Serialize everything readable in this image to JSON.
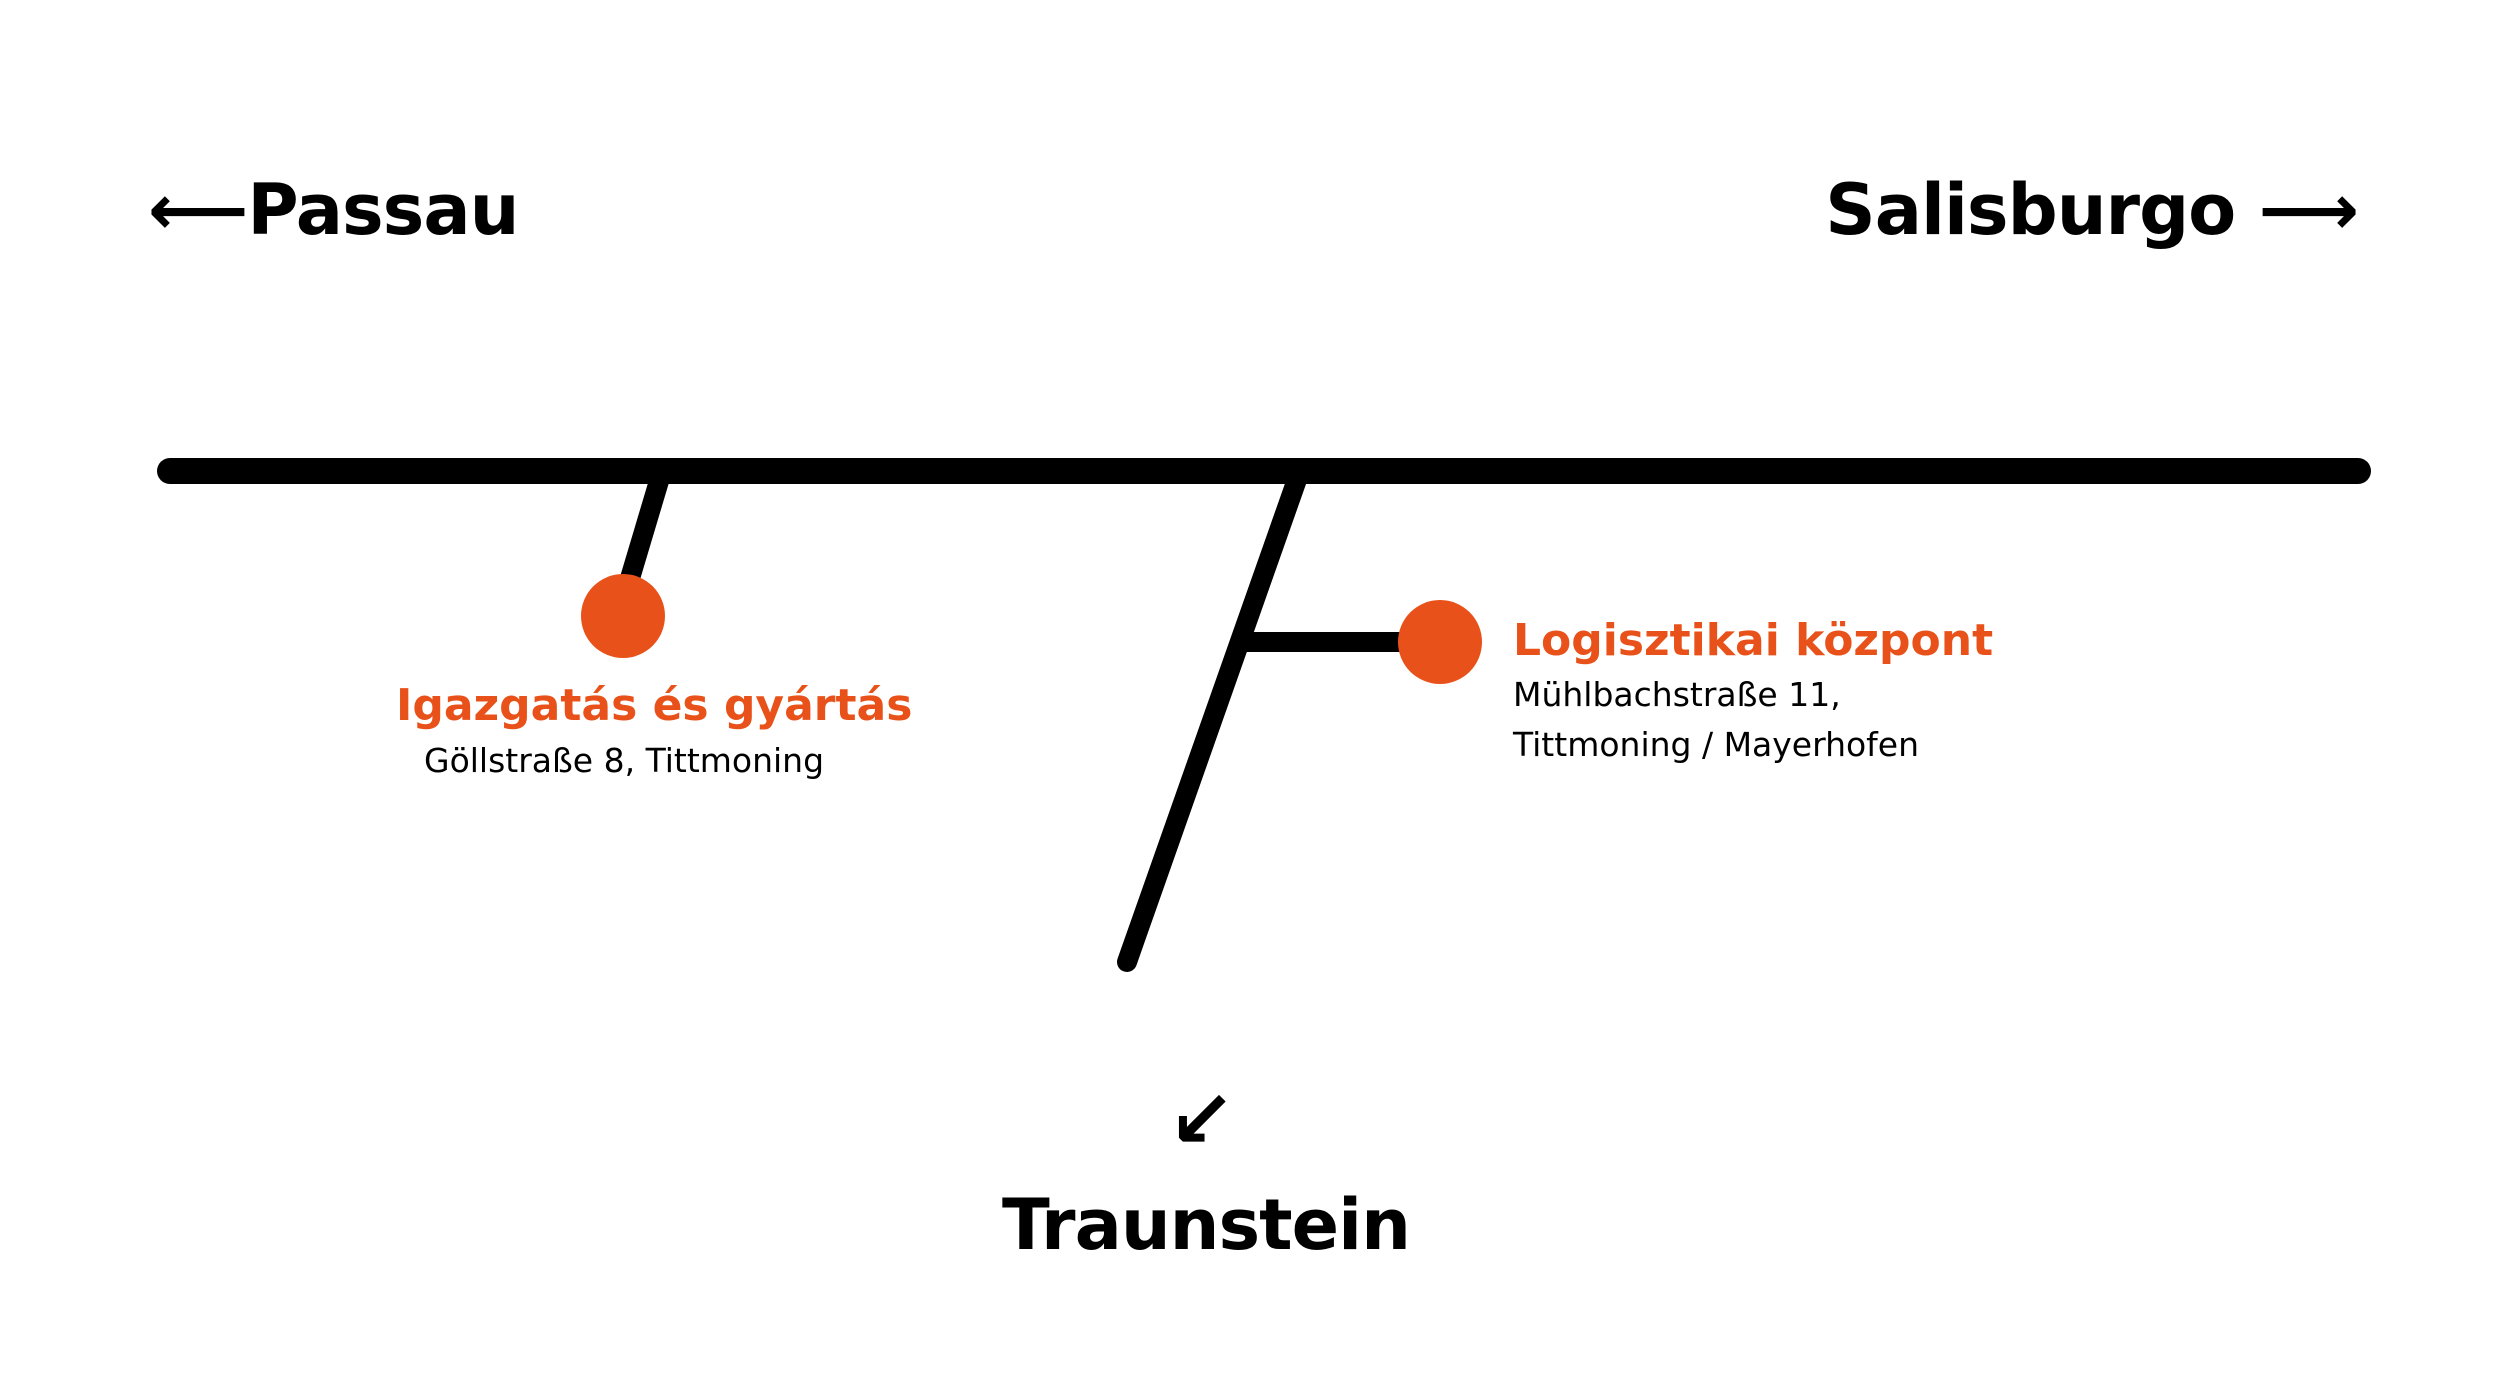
{
  "colors": {
    "road": "#000000",
    "accent": "#e8521a",
    "text": "#000000",
    "background": "#ffffff"
  },
  "destinations": {
    "west": {
      "arrow": "⟵",
      "label": "Passau"
    },
    "east": {
      "label": "Salisburgo",
      "arrow": "⟶"
    },
    "south": {
      "arrow": "↙",
      "label": "Traunstein"
    }
  },
  "sites": {
    "headquarters": {
      "name": "Igazgatás és gyártás",
      "address": [
        "Göllstraße 8, Tittmoning"
      ]
    },
    "logistics": {
      "name": "Logisztikai központ",
      "address": [
        "Mühlbachstraße 11,",
        "Tittmoning / Mayerhofen"
      ]
    }
  },
  "icons": {
    "site_marker": "filled-circle",
    "direction": "arrow"
  }
}
